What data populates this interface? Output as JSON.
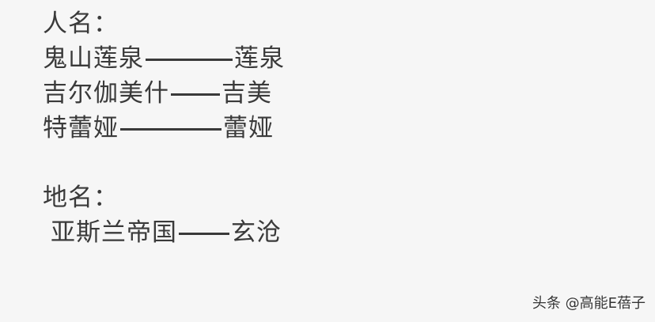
{
  "sections": [
    {
      "heading": "人名：",
      "entries": [
        {
          "original": "鬼山莲泉",
          "short": "莲泉",
          "dash_width": 110
        },
        {
          "original": "吉尔伽美什",
          "short": "吉美",
          "dash_width": 72
        },
        {
          "original": "特蕾娅",
          "short": "蕾娅",
          "dash_width": 136
        }
      ]
    },
    {
      "heading": "地名：",
      "entries": [
        {
          "original": "亚斯兰帝国",
          "short": "玄沧",
          "dash_width": 72
        }
      ]
    }
  ],
  "watermark": "头条 @高能E蓓子",
  "colors": {
    "background": "#f6f6f6",
    "text": "#3a3a3a"
  }
}
